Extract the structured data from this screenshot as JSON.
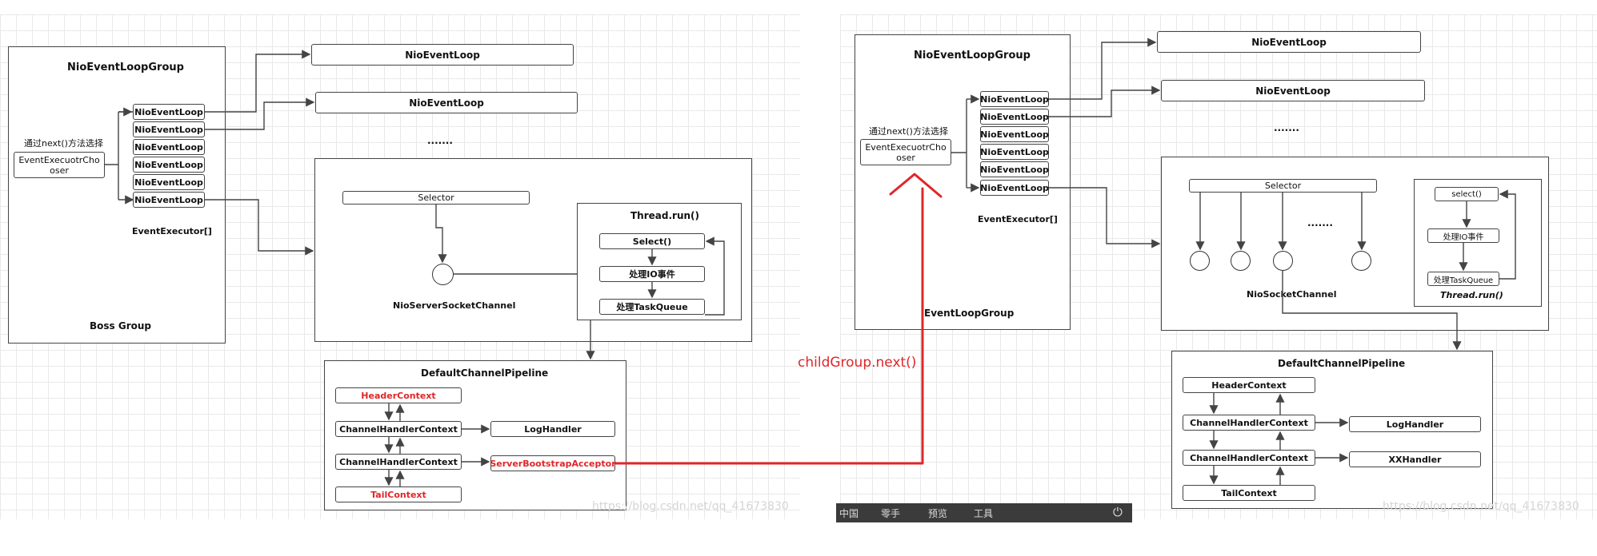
{
  "left": {
    "group_title": "NioEventLoopGroup",
    "chooser_caption": "通过next()方法选择",
    "chooser_line1": "EventExecuotrCho",
    "chooser_line2": "oser",
    "loop_label": "NioEventLoop",
    "executor_label": "EventExecutor[]",
    "group_footer": "Boss Group",
    "right_loops": [
      "NioEventLoop",
      "NioEventLoop"
    ],
    "ellipsis": ".......",
    "selector": "Selector",
    "channel": "NioServerSocketChannel",
    "thread_title": "Thread.run()",
    "thread_steps": [
      "Select()",
      "处理IO事件",
      "处理TaskQueue"
    ],
    "pipeline_title": "DefaultChannelPipeline",
    "pipeline_items": [
      "HeaderContext",
      "ChannelHandlerContext",
      "ChannelHandlerContext",
      "TailContext"
    ],
    "handlers": [
      "LogHandler",
      "ServerBootstrapAcceptor"
    ],
    "watermark": "https://blog.csdn.net/qq_41673830"
  },
  "connector_label": "childGroup.next()",
  "right": {
    "group_title": "NioEventLoopGroup",
    "chooser_caption": "通过next()方法选择",
    "chooser_line1": "EventExecuotrCho",
    "chooser_line2": "oser",
    "loop_label": "NioEventLoop",
    "executor_label": "EventExecutor[]",
    "group_footer": "EventLoopGroup",
    "right_loops": [
      "NioEventLoop",
      "NioEventLoop"
    ],
    "ellipsis": ".......",
    "selector": "Selector",
    "selector_ellipsis": ".......",
    "channel": "NioSocketChannel",
    "thread_title": "Thread.run()",
    "thread_steps": [
      "select()",
      "处理IO事件",
      "处理TaskQueue"
    ],
    "pipeline_title": "DefaultChannelPipeline",
    "pipeline_items": [
      "HeaderContext",
      "ChannelHandlerContext",
      "ChannelHandlerContext",
      "TailContext"
    ],
    "handlers": [
      "LogHandler",
      "XXHandler"
    ],
    "watermark": "https://blog.csdn.net/qq_41673830"
  },
  "taskbar": {
    "items": [
      "中国",
      "零手",
      "预览",
      "工具"
    ]
  },
  "colors": {
    "accent_red": "#e0262a",
    "line": "#444444",
    "taskbar": "#3b3b3b"
  }
}
